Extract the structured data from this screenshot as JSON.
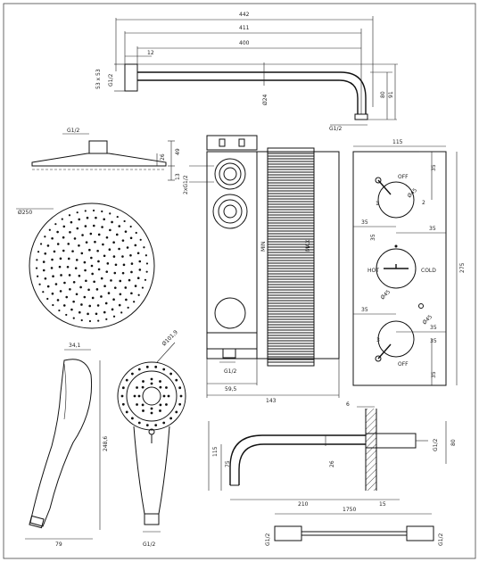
{
  "arm": {
    "d442": "442",
    "d411": "411",
    "d400": "400",
    "d12": "12",
    "d53x53": "53 x 53",
    "g12": "G1/2",
    "d24": "Ø24",
    "d80": "80",
    "d91": "91",
    "g12_bottom": "G1/2"
  },
  "head": {
    "g12": "G1/2",
    "d26": "26",
    "d49": "49",
    "d13": "13",
    "d250": "Ø250"
  },
  "valve": {
    "g12_side": "2xG1/2",
    "min": "MIN",
    "max": "MAX",
    "g12_bottom": "G1/2",
    "d595": "59,5",
    "d143": "143"
  },
  "plate": {
    "d115": "115",
    "d275": "275",
    "d35a": "35",
    "d35b": "35",
    "d35c": "35",
    "d35d": "35",
    "d35e": "35",
    "d35f": "35",
    "d35g": "35",
    "d35h": "35",
    "d45a": "Ø45",
    "d45b": "Ø45",
    "d45c": "Ø45",
    "off_top": "OFF",
    "n1": "1",
    "n2": "2",
    "hot": "HOT",
    "cold": "COLD",
    "n3": "3",
    "off_bottom": "OFF"
  },
  "hand": {
    "d341": "34,1",
    "d2486": "248,6",
    "d79": "79",
    "d1019": "Ø101,9",
    "g12": "G1/2"
  },
  "spout": {
    "d6": "6",
    "d115": "115",
    "d75": "75",
    "d26": "26",
    "d210": "210",
    "d15": "15",
    "g12": "G1/2",
    "d80": "80"
  },
  "hose": {
    "d1750": "1750",
    "g12_left": "G1/2",
    "g12_right": "G1/2"
  }
}
